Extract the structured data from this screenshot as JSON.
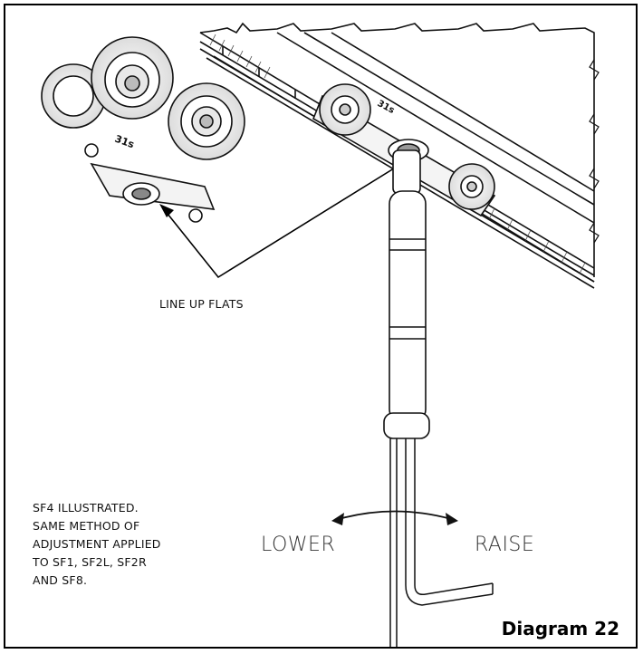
{
  "labels": {
    "line_up": "LINE UP FLATS",
    "note_lines": [
      "SF4 ILLUSTRATED.",
      "SAME METHOD OF",
      "ADJUSTMENT APPLIED",
      "TO SF1, SF2L, SF2R",
      "AND SF8."
    ],
    "lower": "LOWER",
    "raise": "RAISE",
    "title": "Diagram 22"
  },
  "part_marking": "31s"
}
